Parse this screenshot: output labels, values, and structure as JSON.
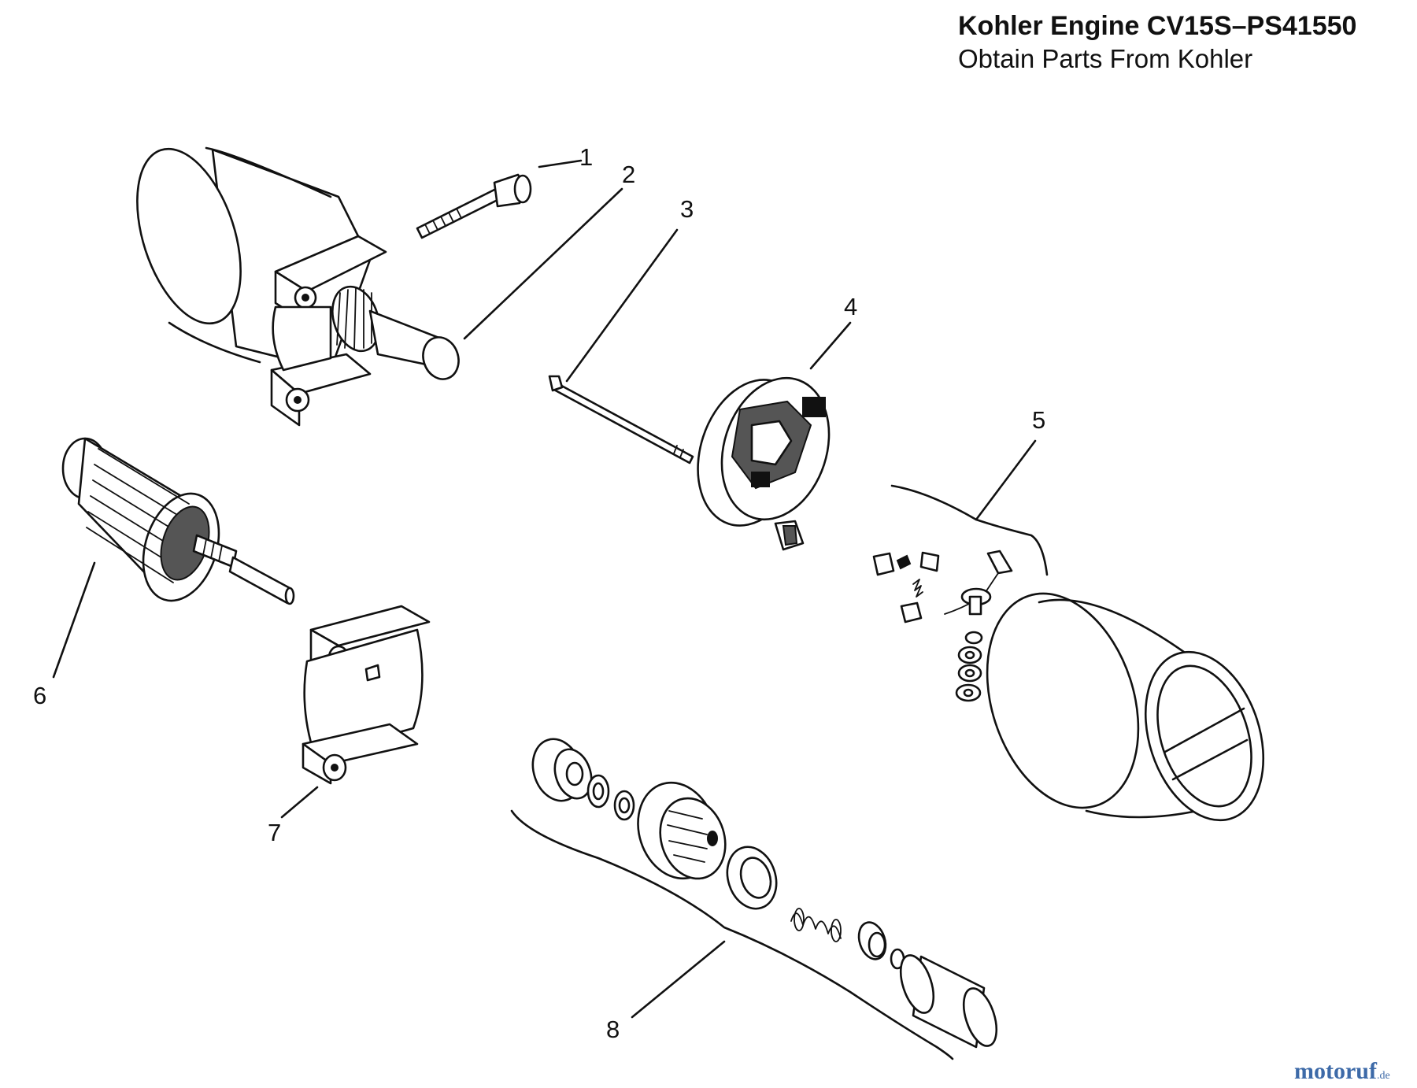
{
  "header": {
    "title": "Kohler Engine CV15S–PS41550",
    "subtitle": "Obtain Parts From Kohler"
  },
  "callouts": [
    "1",
    "2",
    "3",
    "4",
    "5",
    "6",
    "7",
    "8"
  ],
  "watermark": {
    "brand": "motoruf",
    "tld": ".de"
  }
}
